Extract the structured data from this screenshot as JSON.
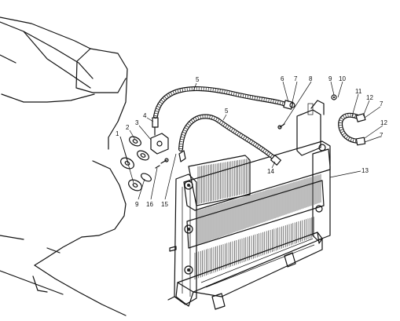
{
  "labels": [
    {
      "id": "1",
      "text": "1"
    },
    {
      "id": "2",
      "text": "2"
    },
    {
      "id": "3",
      "text": "3"
    },
    {
      "id": "4",
      "text": "4"
    },
    {
      "id": "5a",
      "text": "5"
    },
    {
      "id": "5b",
      "text": "5"
    },
    {
      "id": "6",
      "text": "6"
    },
    {
      "id": "7a",
      "text": "7"
    },
    {
      "id": "8",
      "text": "8"
    },
    {
      "id": "9a",
      "text": "9"
    },
    {
      "id": "10",
      "text": "10"
    },
    {
      "id": "11",
      "text": "11"
    },
    {
      "id": "12a",
      "text": "12"
    },
    {
      "id": "7b",
      "text": "7"
    },
    {
      "id": "12b",
      "text": "12"
    },
    {
      "id": "7c",
      "text": "7"
    },
    {
      "id": "13",
      "text": "13"
    },
    {
      "id": "14",
      "text": "14"
    },
    {
      "id": "15",
      "text": "15"
    },
    {
      "id": "16",
      "text": "16"
    },
    {
      "id": "9b",
      "text": "9"
    }
  ]
}
